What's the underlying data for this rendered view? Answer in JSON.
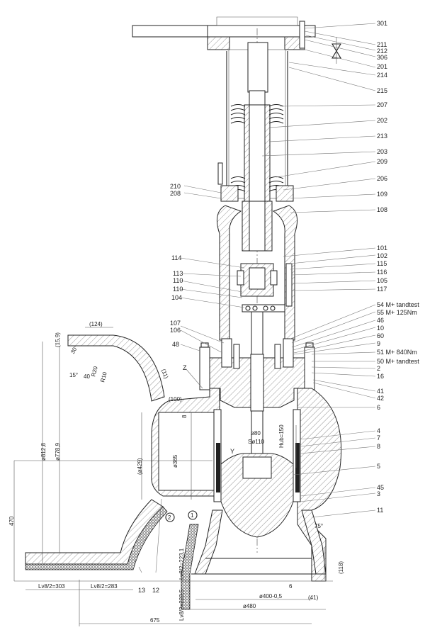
{
  "drawing": {
    "title": "Angle valve with actuator - sectional assembly drawing",
    "part_labels_right": [
      {
        "id": "p301",
        "text": "301"
      },
      {
        "id": "p211",
        "text": "211"
      },
      {
        "id": "p212",
        "text": "212"
      },
      {
        "id": "p306",
        "text": "306"
      },
      {
        "id": "p201",
        "text": "201"
      },
      {
        "id": "p214",
        "text": "214"
      },
      {
        "id": "p215",
        "text": "215"
      },
      {
        "id": "p207",
        "text": "207"
      },
      {
        "id": "p202",
        "text": "202"
      },
      {
        "id": "p213",
        "text": "213"
      },
      {
        "id": "p203",
        "text": "203"
      },
      {
        "id": "p209",
        "text": "209"
      },
      {
        "id": "p206",
        "text": "206"
      },
      {
        "id": "p109",
        "text": "109"
      },
      {
        "id": "p108",
        "text": "108"
      },
      {
        "id": "p101",
        "text": "101"
      },
      {
        "id": "p102",
        "text": "102"
      },
      {
        "id": "p115",
        "text": "115"
      },
      {
        "id": "p116",
        "text": "116"
      },
      {
        "id": "p105",
        "text": "105"
      },
      {
        "id": "p117",
        "text": "117"
      },
      {
        "id": "p54",
        "text": "54 M+ tandtest"
      },
      {
        "id": "p55",
        "text": "55 M+ 125Nm"
      },
      {
        "id": "p46",
        "text": "46"
      },
      {
        "id": "p10",
        "text": "10"
      },
      {
        "id": "p60",
        "text": "60"
      },
      {
        "id": "p9",
        "text": "9"
      },
      {
        "id": "p51",
        "text": "51 M+ 840Nm"
      },
      {
        "id": "p50",
        "text": "50 M+ tandtest"
      },
      {
        "id": "p2",
        "text": "2"
      },
      {
        "id": "p16",
        "text": "16"
      },
      {
        "id": "p41",
        "text": "41"
      },
      {
        "id": "p42",
        "text": "42"
      },
      {
        "id": "p6",
        "text": "6"
      },
      {
        "id": "p4",
        "text": "4"
      },
      {
        "id": "p7",
        "text": "7"
      },
      {
        "id": "p8",
        "text": "8"
      },
      {
        "id": "p5",
        "text": "5"
      },
      {
        "id": "p45",
        "text": "45"
      },
      {
        "id": "p3",
        "text": "3"
      },
      {
        "id": "p11",
        "text": "11"
      }
    ],
    "part_labels_left": [
      {
        "id": "p210",
        "text": "210"
      },
      {
        "id": "p208",
        "text": "208"
      },
      {
        "id": "p114",
        "text": "114"
      },
      {
        "id": "p113",
        "text": "113"
      },
      {
        "id": "p110",
        "text": "110"
      },
      {
        "id": "p110b",
        "text": "110"
      },
      {
        "id": "p104",
        "text": "104"
      },
      {
        "id": "p107",
        "text": "107"
      },
      {
        "id": "p106",
        "text": "106"
      },
      {
        "id": "p48",
        "text": "48"
      },
      {
        "id": "pZ",
        "text": "Z"
      },
      {
        "id": "pY",
        "text": "Y"
      },
      {
        "id": "p13",
        "text": "13"
      },
      {
        "id": "p12",
        "text": "12"
      }
    ],
    "weld_markers": [
      "1",
      "2"
    ],
    "dimensions": {
      "d124": "(124)",
      "d15_9": "(15,9)",
      "d40": "40",
      "r20": "R20",
      "r10": "R10",
      "a30": "30°",
      "a15": "15°",
      "d11": "(11)",
      "d100": "(100)",
      "d8": "8",
      "d429": "(ø429)",
      "d365": "ø365",
      "d812_8": "ø812,8",
      "d778": "ø778,9",
      "d470": "470",
      "d303": "Lv8/2=303",
      "d283": "Lv8/2=283",
      "d223_1": "Lv8/2=223,1",
      "d223_5": "Lv8/2=223,5",
      "d675": "675",
      "d400": "ø400-0,5",
      "d480": "ø480",
      "d41": "(41)",
      "d118": "(118)",
      "a75": "75°",
      "a6": "6",
      "d80": "ø80",
      "d110": "Sø110",
      "hub": "Hub=150"
    }
  }
}
